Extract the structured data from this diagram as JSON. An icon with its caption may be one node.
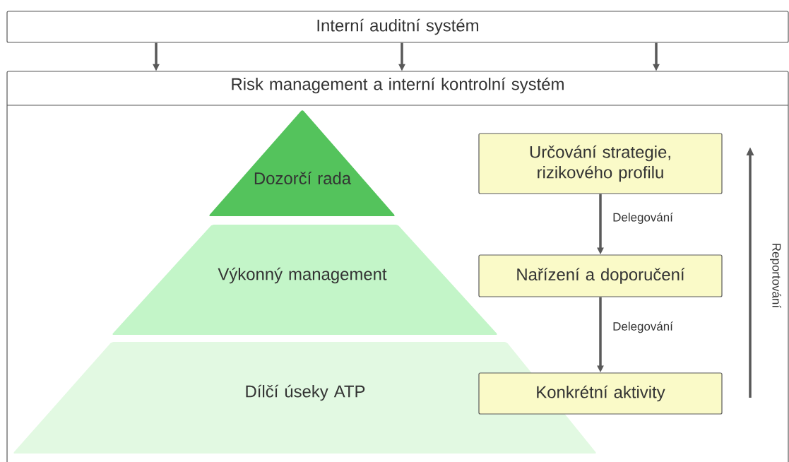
{
  "diagram": {
    "nodes": [
      {
        "text": [
          "Interní auditní systém"
        ]
      },
      {
        "text": [
          "Risk management a interní kontrolní systém"
        ]
      },
      {
        "text": [
          "Dozorčí rada"
        ],
        "in": 1
      },
      {
        "text": [
          "Výkonný management"
        ],
        "in": 1
      },
      {
        "text": [
          "Dílčí úseky ATP"
        ],
        "in": 1
      },
      {
        "text": [
          "Určování strategie, rizikového profilu"
        ],
        "in": 1
      },
      {
        "text": [
          "Nařízení a doporučení"
        ],
        "in": 1
      },
      {
        "text": [
          "Konkrétní aktivity"
        ],
        "in": 1
      }
    ],
    "edges": [
      {
        "from": 0,
        "to": 1,
        "arrow": "to"
      },
      {
        "from": 0,
        "to": 1,
        "arrow": "to"
      },
      {
        "from": 0,
        "to": 1,
        "arrow": "to"
      },
      {
        "from": 5,
        "to": 6,
        "arrow": "to",
        "label": "Delegování"
      },
      {
        "from": 6,
        "to": 7,
        "arrow": "to",
        "label": "Delegování"
      }
    ],
    "labels": [
      "Reportování"
    ]
  }
}
